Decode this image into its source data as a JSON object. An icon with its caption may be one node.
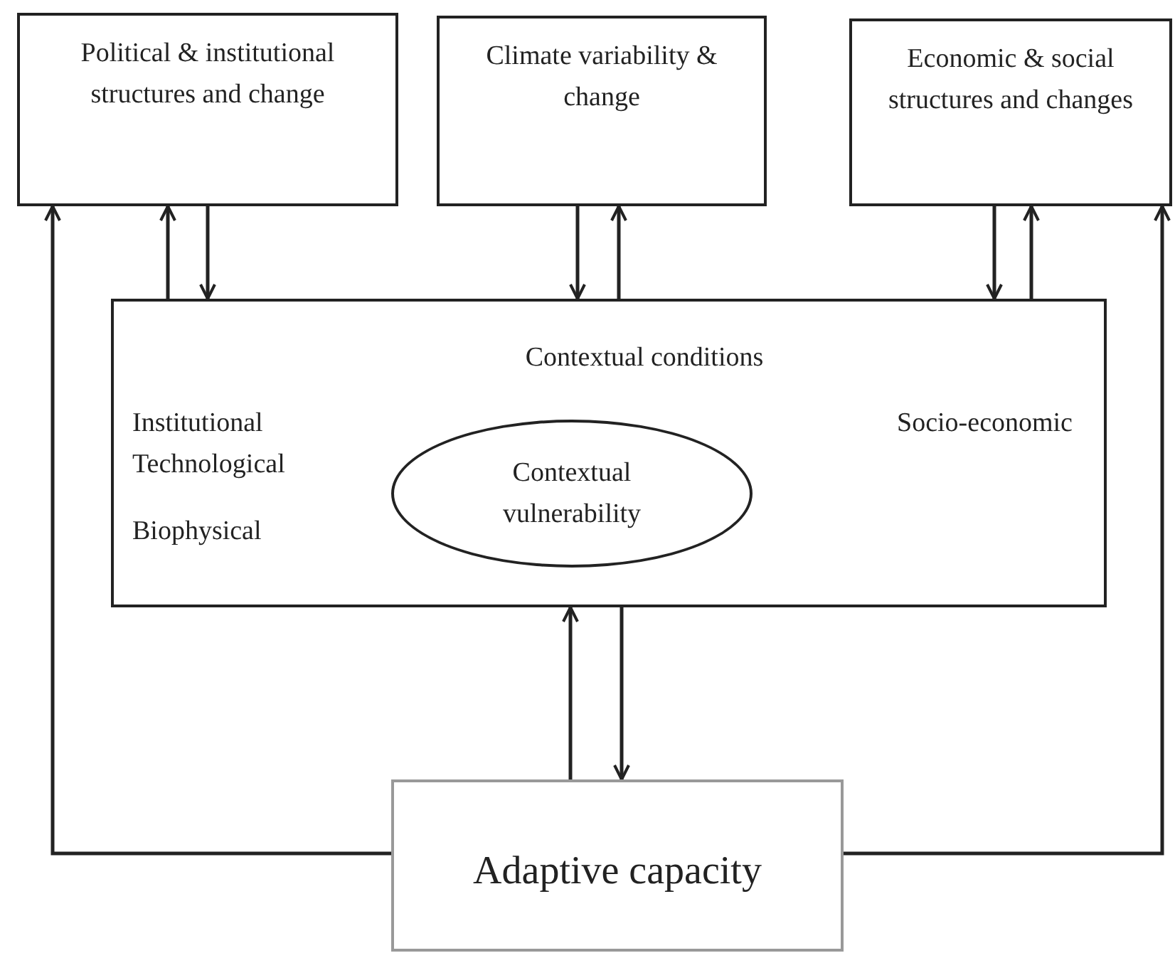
{
  "diagram": {
    "nodes": [
      {
        "text": [
          "Political & institutional structures and change"
        ]
      },
      {
        "text": [
          "Climate variability & change"
        ]
      },
      {
        "text": [
          "Economic & social structures and changes"
        ]
      },
      {
        "text": [
          "Contextual conditions",
          "Institutional",
          "Technological",
          "Biophysical",
          "Socio-economic"
        ]
      },
      {
        "text": [
          "Contextual vulnerability"
        ],
        "in": 3
      },
      {
        "text": [
          "Adaptive capacity"
        ]
      }
    ],
    "edges": [
      {
        "from": 5,
        "to": 0,
        "arrow": "to"
      },
      {
        "from": 3,
        "to": 0,
        "arrow": "to"
      },
      {
        "from": 0,
        "to": 3,
        "arrow": "to"
      },
      {
        "from": 1,
        "to": 3,
        "arrow": "to"
      },
      {
        "from": 3,
        "to": 1,
        "arrow": "to"
      },
      {
        "from": 2,
        "to": 3,
        "arrow": "to"
      },
      {
        "from": 3,
        "to": 2,
        "arrow": "to"
      },
      {
        "from": 5,
        "to": 2,
        "arrow": "to"
      },
      {
        "from": 5,
        "to": 3,
        "arrow": "to"
      },
      {
        "from": 3,
        "to": 5,
        "arrow": "to"
      }
    ]
  }
}
